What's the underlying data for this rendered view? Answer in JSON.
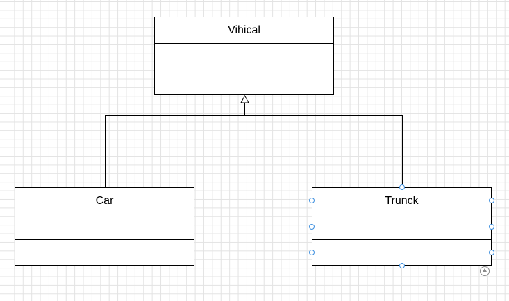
{
  "diagram": {
    "classes": {
      "vehicle": {
        "name": "Vihical"
      },
      "car": {
        "name": "Car"
      },
      "truck": {
        "name": "Trunck"
      }
    },
    "relationship": "generalization",
    "selected": "Trunck"
  }
}
